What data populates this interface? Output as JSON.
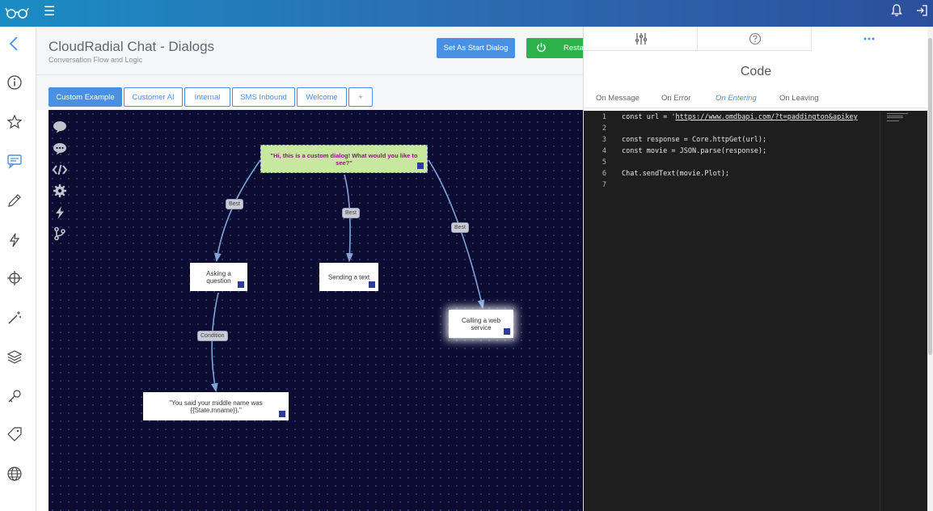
{
  "header": {
    "title": "CloudRadial Chat - Dialogs",
    "subtitle": "Conversation Flow and Logic",
    "start_button": "Set As Start Dialog",
    "restart_button": "Restar"
  },
  "dialog_tabs": [
    "Custom Example",
    "Customer AI",
    "Internal",
    "SMS Inbound",
    "Welcome",
    "+"
  ],
  "flow": {
    "nodes": {
      "start": "\"Hi, this is a custom dialog! What would you like to see?\"",
      "question": "Asking a question",
      "text": "Sending a text",
      "web": "Calling a web service",
      "reply": "\"You said your middle name was {{State.mname}}.\""
    },
    "edges": {
      "best1": "Best",
      "best2": "Best",
      "best3": "Best",
      "condition": "Condition"
    }
  },
  "panel": {
    "title": "Code",
    "event_tabs": [
      "On Message",
      "On Error",
      "On Entering",
      "On Leaving"
    ],
    "active_event": "On Entering",
    "code": {
      "line_numbers": [
        "1",
        "2",
        "3",
        "4",
        "5",
        "6",
        "7"
      ],
      "line1_prefix": "const url = '",
      "line1_url": "https://www.omdbapi.com/?t=paddington&apikey",
      "line3": "const response = Core.httpGet(url);",
      "line4": "const movie = JSON.parse(response);",
      "line6": "Chat.sendText(movie.Plot);"
    }
  },
  "colors": {
    "accent": "#4a90e2",
    "green": "#2db24a",
    "canvas": "#0c0c33",
    "start_node": "#c8e8a0"
  },
  "icons": {
    "topbar": [
      "glasses-logo-icon",
      "hamburger-icon",
      "bell-icon",
      "logout-icon"
    ],
    "sidebar": [
      "back-chevron-icon",
      "info-icon",
      "star-icon",
      "chat-icon",
      "pencil-icon",
      "lightning-icon",
      "crosshair-icon",
      "magic-wand-icon",
      "layers-icon",
      "key-icon",
      "tag-icon",
      "globe-icon"
    ],
    "toolbox": [
      "message-node-icon",
      "chat-node-icon",
      "code-node-icon",
      "settings-node-icon",
      "action-node-icon",
      "branch-node-icon"
    ],
    "panel_tabs": [
      "sliders-icon",
      "help-icon",
      "more-icon"
    ]
  }
}
